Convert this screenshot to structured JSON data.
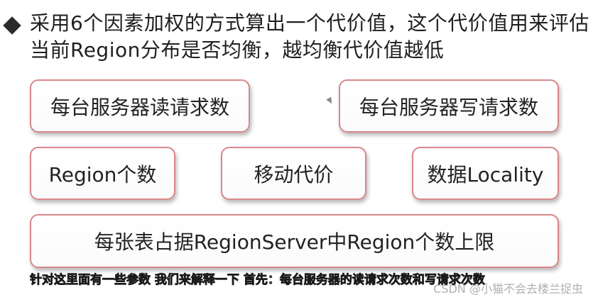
{
  "bullet": {
    "text": "采用6个因素加权的方式算出一个代价值，这个代价值用来评估当前Region分布是否均衡，越均衡代价值越低"
  },
  "factors": {
    "reads": "每台服务器读请求数",
    "writes": "每台服务器写请求数",
    "region_count": "Region个数",
    "move_cost": "移动代价",
    "locality": "数据Locality",
    "upper_limit": "每张表占据RegionServer中Region个数上限"
  },
  "subtitle": "针对这里面有一些参数 我们来解释一下 首先：每台服务器的读请求次数和写请求次数",
  "watermark": "CSDN @小猫不会去楼兰捉虫",
  "colors": {
    "card_border": "#d9878a",
    "text": "#222222"
  }
}
